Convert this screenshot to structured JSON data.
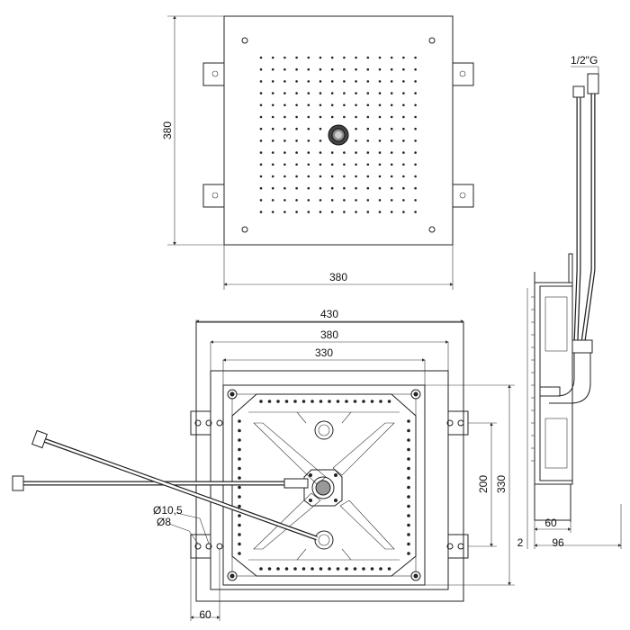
{
  "top_view": {
    "width_label": "380",
    "height_label": "380"
  },
  "front_view": {
    "dim_430": "430",
    "dim_380": "380",
    "dim_330_top": "330",
    "dim_200": "200",
    "dim_330_side": "330",
    "hole_d105": "Ø10,5",
    "hole_d8": "Ø8",
    "dim_60": "60"
  },
  "side_view": {
    "thread_label": "1/2\"G",
    "dim_60": "60",
    "dim_96": "96",
    "dim_2": "2"
  }
}
